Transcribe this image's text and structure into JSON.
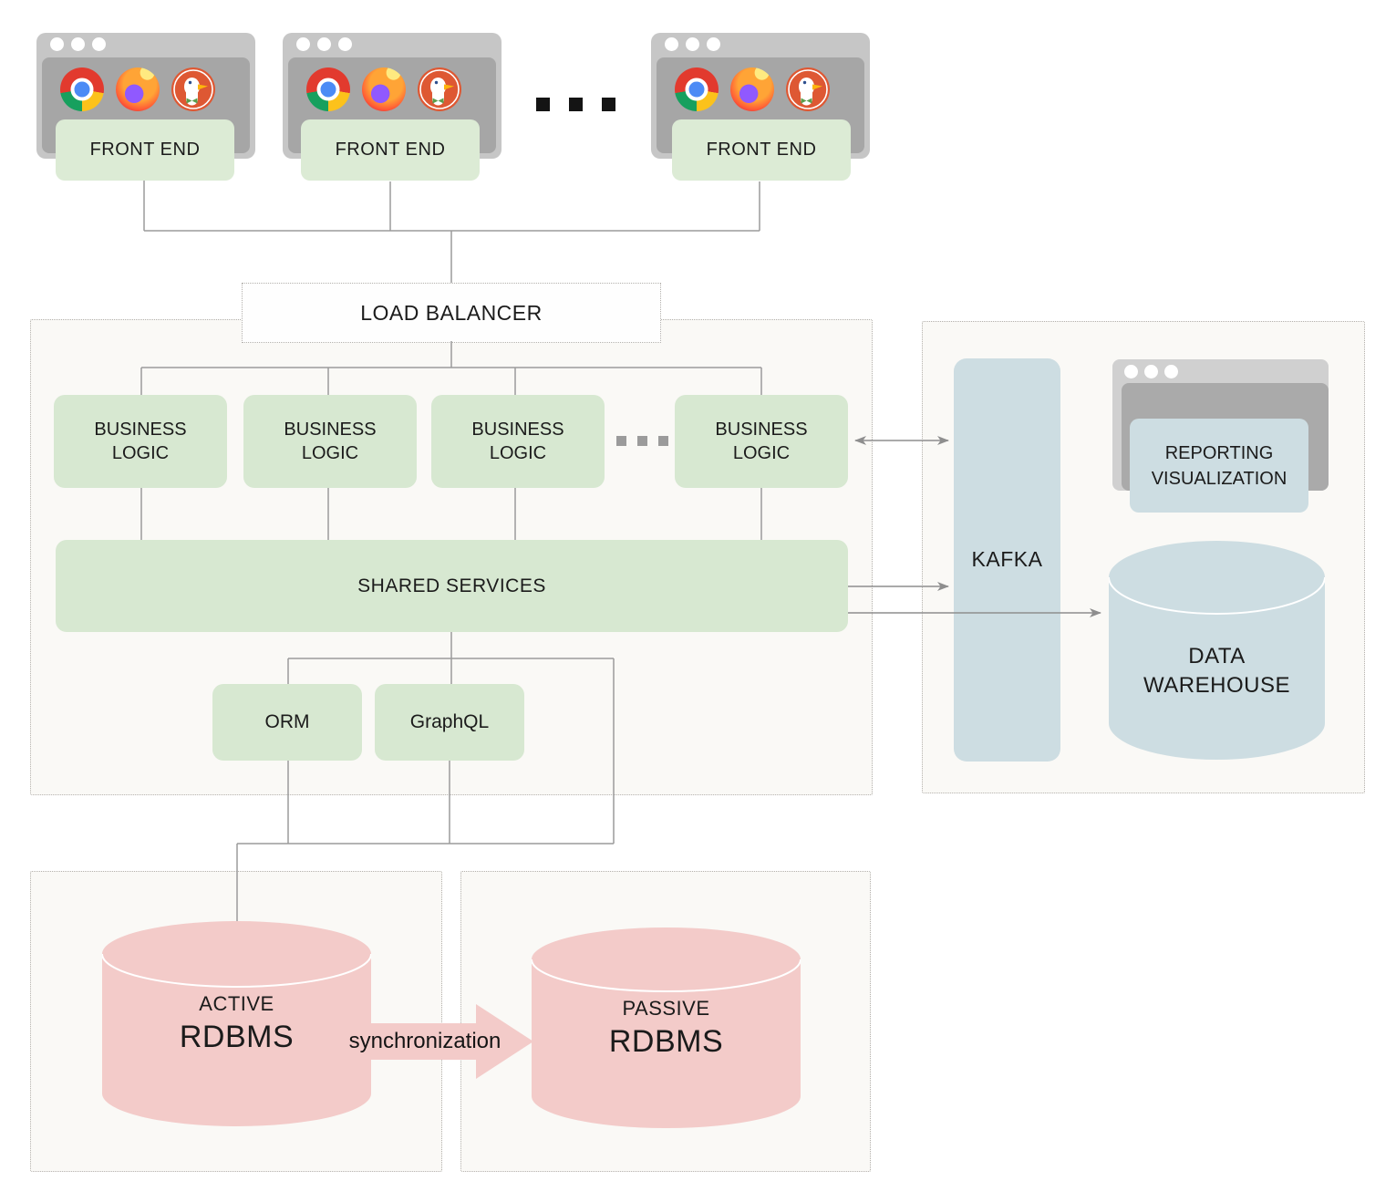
{
  "front_ends": [
    {
      "label": "FRONT END"
    },
    {
      "label": "FRONT END"
    },
    {
      "label": "FRONT END"
    }
  ],
  "browser_icons": [
    "chrome-icon",
    "firefox-icon",
    "duckduckgo-icon"
  ],
  "load_balancer": {
    "label": "LOAD BALANCER"
  },
  "business_logic": [
    {
      "line1": "BUSINESS",
      "line2": "LOGIC"
    },
    {
      "line1": "BUSINESS",
      "line2": "LOGIC"
    },
    {
      "line1": "BUSINESS",
      "line2": "LOGIC"
    },
    {
      "line1": "BUSINESS",
      "line2": "LOGIC"
    }
  ],
  "shared_services": {
    "label": "SHARED SERVICES"
  },
  "orm": {
    "label": "ORM"
  },
  "graphql": {
    "label": "GraphQL"
  },
  "kafka": {
    "label": "KAFKA"
  },
  "reporting_visualization": {
    "line1": "REPORTING",
    "line2": "VISUALIZATION"
  },
  "data_warehouse": {
    "line1": "DATA",
    "line2": "WAREHOUSE"
  },
  "active_rdbms": {
    "line1": "ACTIVE",
    "line2": "RDBMS"
  },
  "passive_rdbms": {
    "line1": "PASSIVE",
    "line2": "RDBMS"
  },
  "synchronization": {
    "label": "synchronization"
  },
  "colors": {
    "node_green": "#d7e8d1",
    "node_blue": "#cddde2",
    "cylinder_pink": "#f3cbc9",
    "container_bg": "#faf9f6",
    "window_frame": "#c6c6c6",
    "window_panel": "#a6a6a6",
    "connector_gray": "#8e8e8e"
  }
}
